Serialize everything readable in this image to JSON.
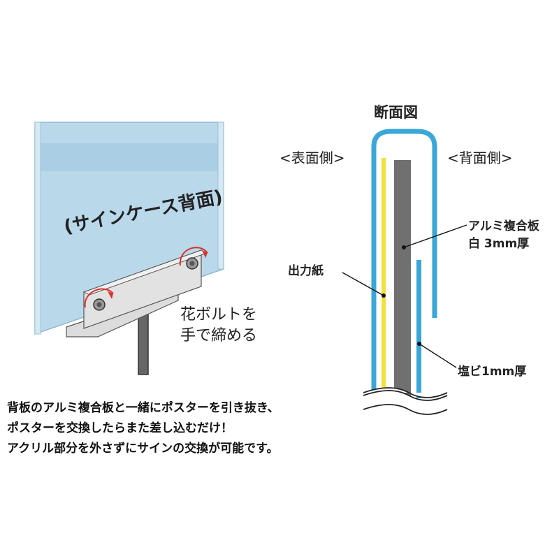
{
  "left_figure": {
    "panel_label": "(サインケース背面)",
    "instruction": [
      "花ボルトを",
      "手で締める"
    ]
  },
  "section_diagram": {
    "title": "断面図",
    "front_side": "<表面側>",
    "back_side": "<背面側>",
    "labels": {
      "aluminum_board": "アルミ複合板",
      "aluminum_spec": "白 3mm厚",
      "output_paper": "出力紙",
      "pvc": "塩ビ1mm厚"
    },
    "colors": {
      "pvc_frame": "#3aa7d8",
      "paper": "#f2e23a",
      "aluminum": "#707070"
    }
  },
  "caption": [
    "背板のアルミ複合板と一緒にポスターを引き抜き、",
    "ポスターを交換したらまた差し込むだけ！",
    "アクリル部分を外さずにサインの交換が可能です。"
  ]
}
